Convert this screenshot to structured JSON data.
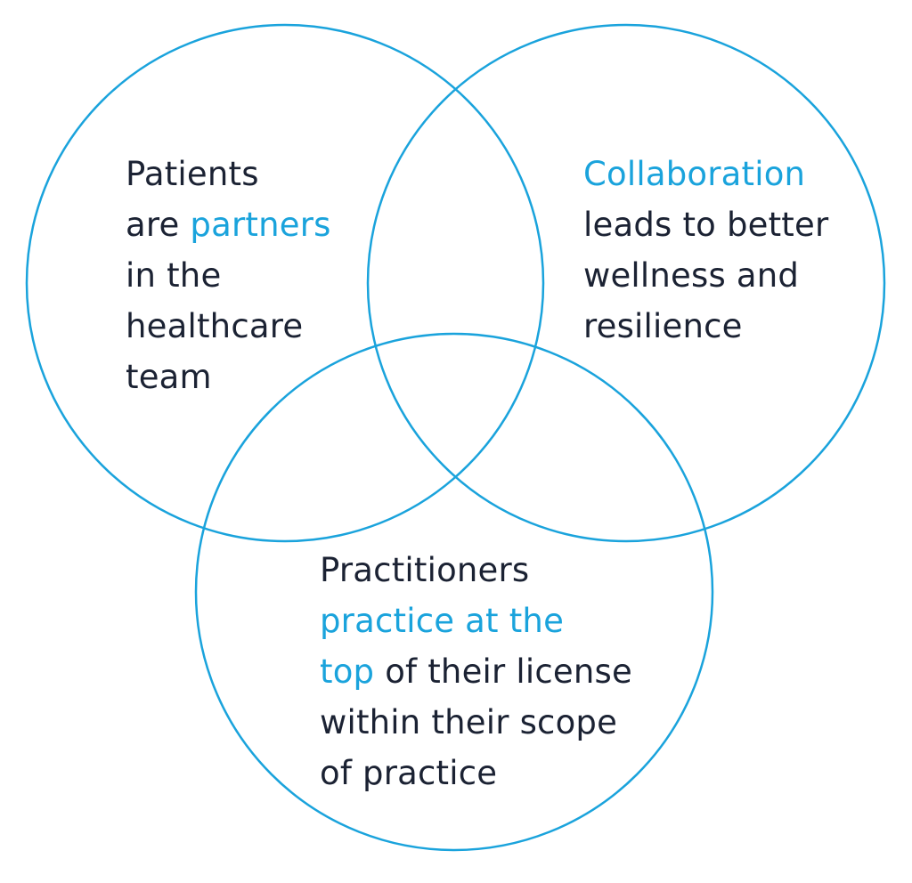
{
  "colors": {
    "accent": "#1aa3dc",
    "text": "#1b2233",
    "circle_stroke": "#1aa3dc"
  },
  "diagram": {
    "type": "venn",
    "circles": [
      {
        "name": "patients",
        "lines": [
          [
            {
              "text": "Patients",
              "highlight": false
            }
          ],
          [
            {
              "text": "are ",
              "highlight": false
            },
            {
              "text": "partners",
              "highlight": true
            }
          ],
          [
            {
              "text": "in the",
              "highlight": false
            }
          ],
          [
            {
              "text": "healthcare",
              "highlight": false
            }
          ],
          [
            {
              "text": "team",
              "highlight": false
            }
          ]
        ]
      },
      {
        "name": "collaboration",
        "lines": [
          [
            {
              "text": "Collaboration",
              "highlight": true
            }
          ],
          [
            {
              "text": "leads to better",
              "highlight": false
            }
          ],
          [
            {
              "text": "wellness and",
              "highlight": false
            }
          ],
          [
            {
              "text": "resilience",
              "highlight": false
            }
          ]
        ]
      },
      {
        "name": "practitioners",
        "lines": [
          [
            {
              "text": "Practitioners",
              "highlight": false
            }
          ],
          [
            {
              "text": "practice at the",
              "highlight": true
            }
          ],
          [
            {
              "text": "top",
              "highlight": true
            },
            {
              "text": " of their license",
              "highlight": false
            }
          ],
          [
            {
              "text": "within their scope",
              "highlight": false
            }
          ],
          [
            {
              "text": "of practice",
              "highlight": false
            }
          ]
        ]
      }
    ]
  }
}
